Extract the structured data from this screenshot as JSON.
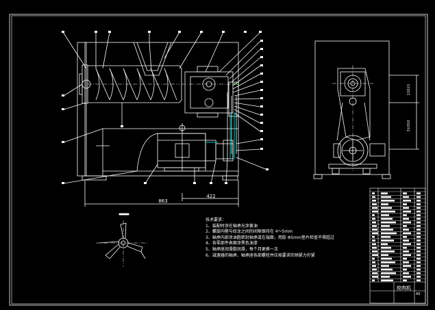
{
  "drawing": {
    "dimensions": {
      "overall_width": "863",
      "motor_offset": "422"
    },
    "side_view_dims": {
      "upper": "110±1",
      "lower": "3±010"
    },
    "technical_requirements": {
      "heading": "技术要求：",
      "items": [
        "1、装配时涂在轴承光涂黄油",
        "2、螺旋内壁与绞龙之间的间隙保持在 4～5mm",
        "3、轴承内部涂油脂密封轴承或在端面，用胶 Φ5mm垫片检查不得超过",
        "4、各零部件表面涂黑色油漆",
        "5、轴承座润滑脂润滑，每个月更换一次",
        "6、减速器的轴承、轴承座各部螺栓并应按要求的预紧力拧紧"
      ]
    },
    "title_block": {
      "drawing_name": "绞肉机",
      "sheet": "A0"
    }
  },
  "colors": {
    "background": "#000000",
    "line": "#ffffff",
    "accent_cyan": "#00c8c8",
    "accent_green": "#00ff00"
  }
}
